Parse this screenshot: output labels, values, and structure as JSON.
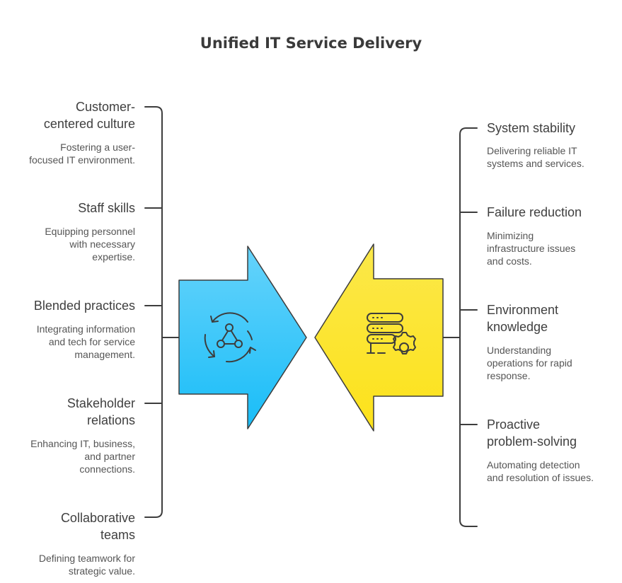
{
  "title": "Unified IT Service Delivery",
  "colors": {
    "blue_arrow_top": "#66d3fb",
    "blue_arrow_bottom": "#19bdf8",
    "yellow_arrow_top": "#fbe84a",
    "yellow_arrow_bottom": "#fde21a",
    "line": "#3d3d3d",
    "text": "#3f3f3f"
  },
  "left_icon": "cycle-network-icon",
  "right_icon": "server-gear-icon",
  "left_items": [
    {
      "label": "Customer-\ncentered culture",
      "desc": "Fostering a user-\nfocused IT environment."
    },
    {
      "label": "Staff skills",
      "desc": "Equipping personnel\nwith necessary\nexpertise."
    },
    {
      "label": "Blended practices",
      "desc": "Integrating information\nand tech for service\nmanagement."
    },
    {
      "label": "Stakeholder\nrelations",
      "desc": "Enhancing IT, business,\nand partner\nconnections."
    },
    {
      "label": "Collaborative\nteams",
      "desc": "Defining teamwork for\nstrategic value."
    }
  ],
  "right_items": [
    {
      "label": "System stability",
      "desc": "Delivering reliable IT\nsystems and services."
    },
    {
      "label": "Failure reduction",
      "desc": "Minimizing\ninfrastructure issues\nand costs."
    },
    {
      "label": "Environment\nknowledge",
      "desc": "Understanding\noperations for rapid\nresponse."
    },
    {
      "label": "Proactive\nproblem-solving",
      "desc": "Automating detection\nand resolution of issues."
    }
  ]
}
